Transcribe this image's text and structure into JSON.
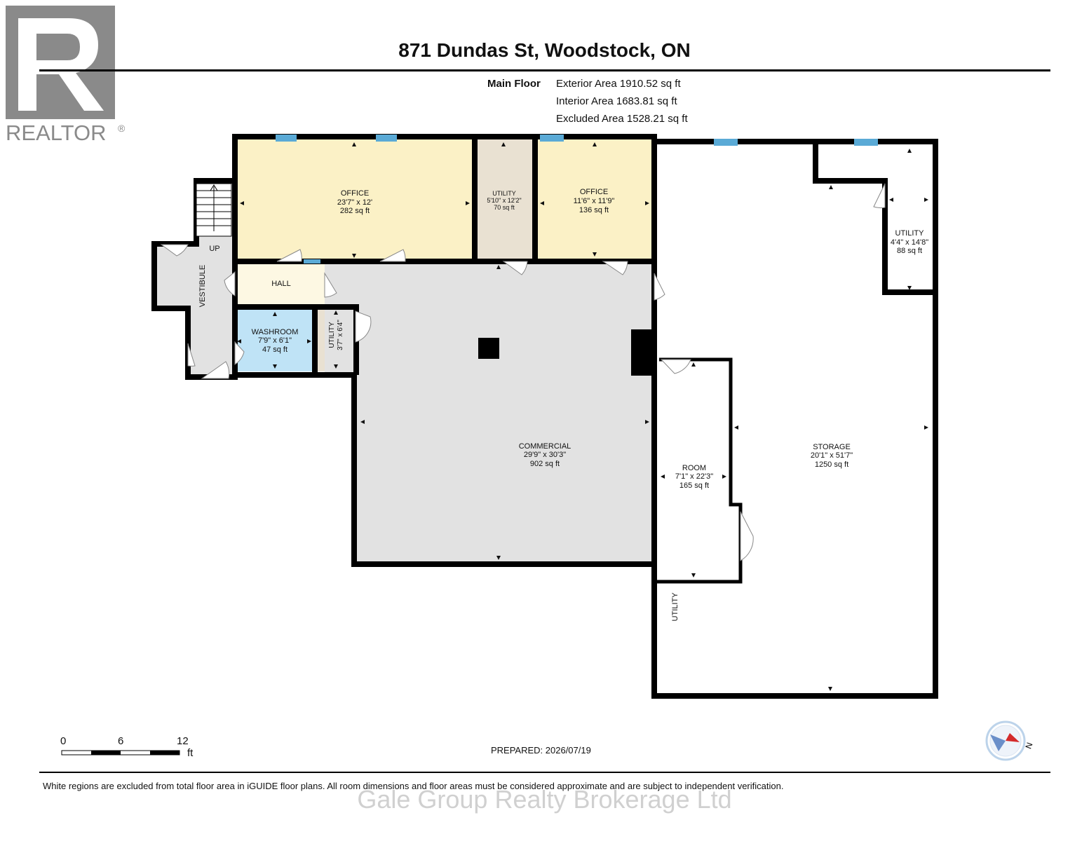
{
  "header": {
    "title": "871 Dundas St, Woodstock, ON"
  },
  "logo": {
    "wordmark": "REALTOR",
    "registered": "®"
  },
  "areas": {
    "floor_label": "Main Floor",
    "exterior": "Exterior Area 1910.52 sq ft",
    "interior": "Interior Area 1683.81 sq ft",
    "excluded": "Excluded Area 1528.21 sq ft"
  },
  "rooms": {
    "office1": {
      "name": "OFFICE",
      "dims": "23'7\" x 12'",
      "area": "282 sq ft"
    },
    "utility_top": {
      "name": "UTILITY",
      "dims": "5'10\" x 12'2\"",
      "area": "70 sq ft"
    },
    "office2": {
      "name": "OFFICE",
      "dims": "11'6\" x 11'9\"",
      "area": "136 sq ft"
    },
    "utility_right": {
      "name": "UTILITY",
      "dims": "4'4\" x 14'8\"",
      "area": "88 sq ft"
    },
    "vestibule": {
      "name": "VESTIBULE"
    },
    "stair": {
      "label": "UP"
    },
    "hall": {
      "name": "HALL"
    },
    "washroom": {
      "name": "WASHROOM",
      "dims": "7'9\" x 6'1\"",
      "area": "47 sq ft"
    },
    "utility_small": {
      "name": "UTILITY",
      "dims": "3'7\" x 6'4\""
    },
    "commercial": {
      "name": "COMMERCIAL",
      "dims": "29'9\" x 30'3\"",
      "area": "902 sq ft"
    },
    "room": {
      "name": "ROOM",
      "dims": "7'1\" x 22'3\"",
      "area": "165 sq ft"
    },
    "storage": {
      "name": "STORAGE",
      "dims": "20'1\" x 51'7\"",
      "area": "1250 sq ft"
    },
    "utility_bottom": {
      "name": "UTILITY"
    }
  },
  "scale": {
    "ticks": [
      "0",
      "6",
      "12"
    ],
    "unit": "ft"
  },
  "footer": {
    "prepared": "PREPARED: 2026/07/19",
    "disclaimer": "White regions are excluded from total floor area in iGUIDE floor plans. All room dimensions and floor areas must be considered approximate and are subject to independent verification.",
    "watermark": "Gale Group Realty Brokerage Ltd"
  },
  "compass": {
    "label": "N"
  },
  "colors": {
    "office": "#fbf1c6",
    "utility": "#e9e1d2",
    "commercial": "#e2e2e2",
    "washroom": "#bfe3f6",
    "hall": "#fdf8e3",
    "window": "#5aaad6",
    "wall": "#000000",
    "compass_red": "#d42b2b",
    "compass_blue": "#6b8fc9"
  }
}
